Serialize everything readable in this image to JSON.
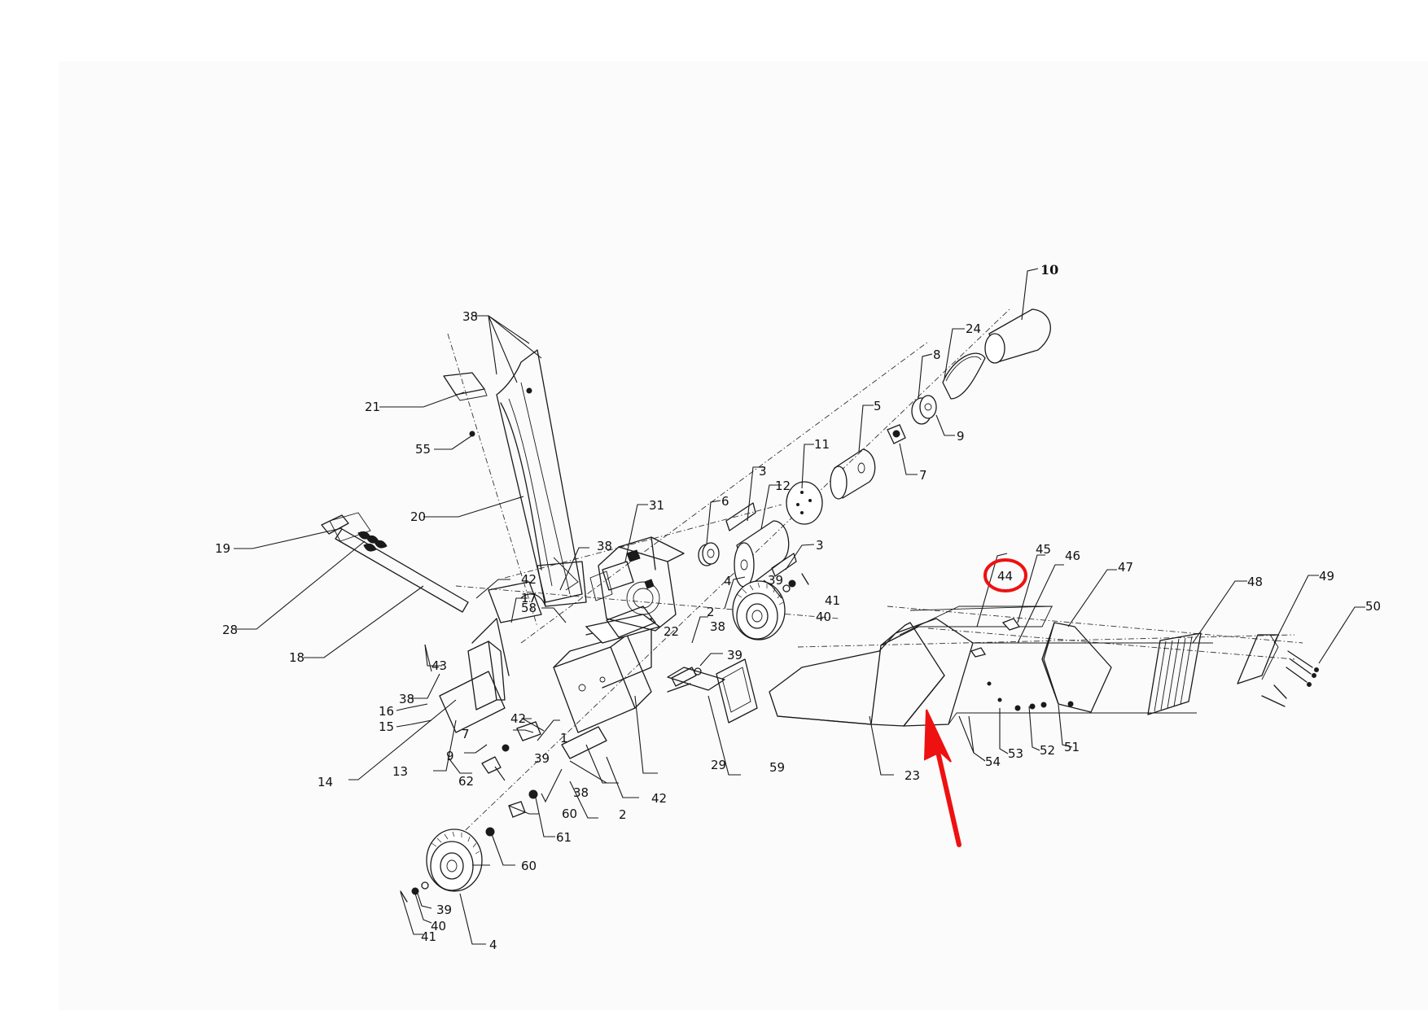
{
  "diagram": {
    "callouts": {
      "n10": "10",
      "n24": "24",
      "n8": "8",
      "n9a": "9",
      "n5": "5",
      "n7a": "7",
      "n11": "11",
      "n3a": "3",
      "n12": "12",
      "n6": "6",
      "n3b": "3",
      "n31": "31",
      "n38a": "38",
      "n21": "21",
      "n55": "55",
      "n20": "20",
      "n19": "19",
      "n28": "28",
      "n18": "18",
      "n38b": "38",
      "n42a": "42",
      "n17": "17",
      "n58": "58",
      "n4a": "4",
      "n39a": "39",
      "n41a": "41",
      "n40a": "40",
      "n22": "22",
      "n2a": "2",
      "n38c": "38",
      "n39b": "39",
      "n43": "43",
      "n38d": "38",
      "n16": "16",
      "n15": "15",
      "n42b": "42",
      "n1": "1",
      "n7b": "7",
      "n9b": "9",
      "n13": "13",
      "n14": "14",
      "n62": "62",
      "n39c": "39",
      "n38e": "38",
      "n29": "29",
      "n59": "59",
      "n42c": "42",
      "n2b": "2",
      "n60a": "60",
      "n61": "61",
      "n60b": "60",
      "n39d": "39",
      "n40b": "40",
      "n41b": "41",
      "n4b": "4",
      "n23": "23",
      "n44": "44",
      "n45": "45",
      "n46": "46",
      "n47": "47",
      "n48": "48",
      "n49": "49",
      "n50": "50",
      "n54": "54",
      "n53": "53",
      "n52": "52",
      "n51": "51"
    },
    "highlight": {
      "target_callout": "44",
      "marker_color": "#ee1111",
      "marker": "red-circle",
      "pointer": "red-arrow"
    },
    "colors": {
      "line": "#1a1a1a",
      "paper": "#fbfbfb",
      "highlight": "#ee1111"
    }
  }
}
